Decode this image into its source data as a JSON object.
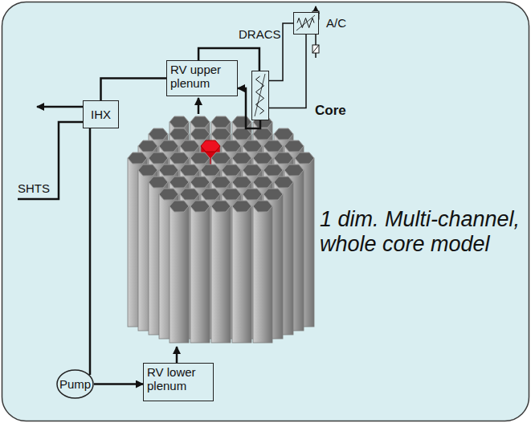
{
  "diagram": {
    "nodes": [
      {
        "text": [
          "RV upper plenum"
        ]
      },
      {
        "text": [
          "DRACS"
        ]
      },
      {
        "text": [
          "A/C"
        ]
      },
      {
        "text": [
          "IHX"
        ]
      },
      {
        "text": [
          "Pump"
        ]
      },
      {
        "text": [
          "RV lower plenum"
        ]
      }
    ],
    "edges": [
      {
        "from": 0,
        "to": 1,
        "arrow": "none"
      },
      {
        "from": 1,
        "to": 0,
        "arrow": "to"
      },
      {
        "from": 1,
        "to": 2,
        "arrow": "none"
      },
      {
        "from": 2,
        "to": 1,
        "arrow": "none"
      },
      {
        "from": 0,
        "to": 3,
        "arrow": "none"
      },
      {
        "from": 3,
        "to": 4,
        "arrow": "none"
      },
      {
        "from": 4,
        "to": 5,
        "arrow": "to"
      }
    ],
    "labels": [
      "SHTS",
      "Core",
      "1 dim. Multi-channel, whole core model"
    ]
  }
}
